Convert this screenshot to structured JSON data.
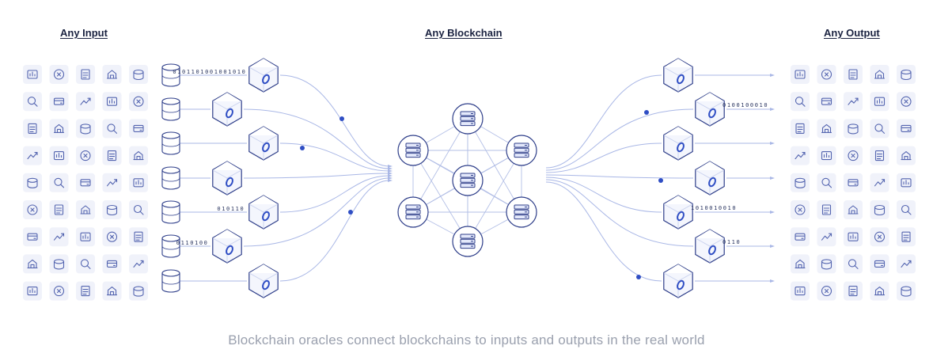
{
  "headings": {
    "input": "Any Input",
    "blockchain": "Any Blockchain",
    "output": "Any Output"
  },
  "caption": "Blockchain oracles connect blockchains to inputs and outputs in the real world",
  "colors": {
    "line": "#a9b7e6",
    "dot": "#2f4ec4",
    "icon": "#5465b0",
    "tile": "#f0f2fa",
    "node_fill": "#f4f6fd",
    "node_stroke": "#2f3f8a",
    "text": "#1a2240",
    "caption": "#9aa0ae"
  },
  "input_icons": [
    [
      "chart-bars-icon",
      "coin-dollar-icon",
      "receipt-icon",
      "chart-growth-icon",
      "compass-icon"
    ],
    [
      "solar-panel-icon",
      "car-front-icon",
      "gavel-icon",
      "document-edit-icon",
      "mountain-person-icon"
    ],
    [
      "thermometer-icon",
      "weather-icon",
      "pills-icon",
      "people-icon",
      "rain-cloud-icon"
    ],
    [
      "bus-icon",
      "telescope-icon",
      "binary-people-icon",
      "cart-icon",
      "boxes-icon"
    ],
    [
      "atm-icon",
      "shipping-icon",
      "wind-turbine-icon",
      "ledger-icon",
      "satellite-icon"
    ],
    [
      "laptop-chart-icon",
      "people-money-icon",
      "sun-icon",
      "football-icon",
      "stethoscope-icon"
    ],
    [
      "phone-wave-icon",
      "x-shape-icon",
      "soccer-ball-icon",
      "database-refresh-icon",
      "waves-icon"
    ],
    [
      "factory-icon",
      "hand-money-icon",
      "monitor-gear-icon",
      "oil-rig-icon",
      "ship-icon"
    ],
    [
      "brain-icon",
      "code-window-icon",
      "heart-monitor-icon",
      "id-card-icon",
      "user-card-icon"
    ]
  ],
  "output_icons": [
    [
      "building-money-icon",
      "server-stack-icon",
      "dollar-icon",
      "bank-hand-icon",
      "web-server-icon"
    ],
    [
      "world-bank-icon",
      "server-check-icon",
      "ethereum-icon",
      "terminal-icon",
      "bank-icon"
    ],
    [
      "phone-hand-icon",
      "satellite-dish-icon",
      "checklist-icon",
      "globe-icon",
      "euro-icon"
    ],
    [
      "lock-cloud-icon",
      "bitcoin-hand-icon",
      "monitor-chart-icon",
      "globe-bank-icon",
      "bank-building-icon"
    ],
    [
      "database-icon",
      "bank-columns-icon",
      "tether-icon",
      "wallet-icon",
      "server-list-icon"
    ],
    [
      "building-gear-icon",
      "people-network-icon",
      "gears-icon",
      "cardano-icon",
      "buildings-icon"
    ],
    [
      "monitor-check-icon",
      "bank-dome-icon",
      "institution-icon",
      "pound-icon",
      "terminal-bolt-icon"
    ],
    [
      "chip-icon",
      "yen-icon",
      "drawers-icon",
      "document-pen-icon",
      "tower-icon"
    ],
    [
      "server-lock-icon",
      "globe-settings-icon",
      "hdd-icon",
      "calendar-grid-icon",
      "database-swap-icon"
    ]
  ],
  "input_oracles": [
    {
      "bits": "0101101001001010"
    },
    {
      "bits": ""
    },
    {
      "bits": ""
    },
    {
      "bits": ""
    },
    {
      "bits": "010110"
    },
    {
      "bits": "0110100"
    },
    {
      "bits": ""
    }
  ],
  "output_oracles": [
    {
      "bits": ""
    },
    {
      "bits": "0100100010"
    },
    {
      "bits": ""
    },
    {
      "bits": ""
    },
    {
      "bits": "1010010010"
    },
    {
      "bits": "0110"
    },
    {
      "bits": ""
    }
  ]
}
